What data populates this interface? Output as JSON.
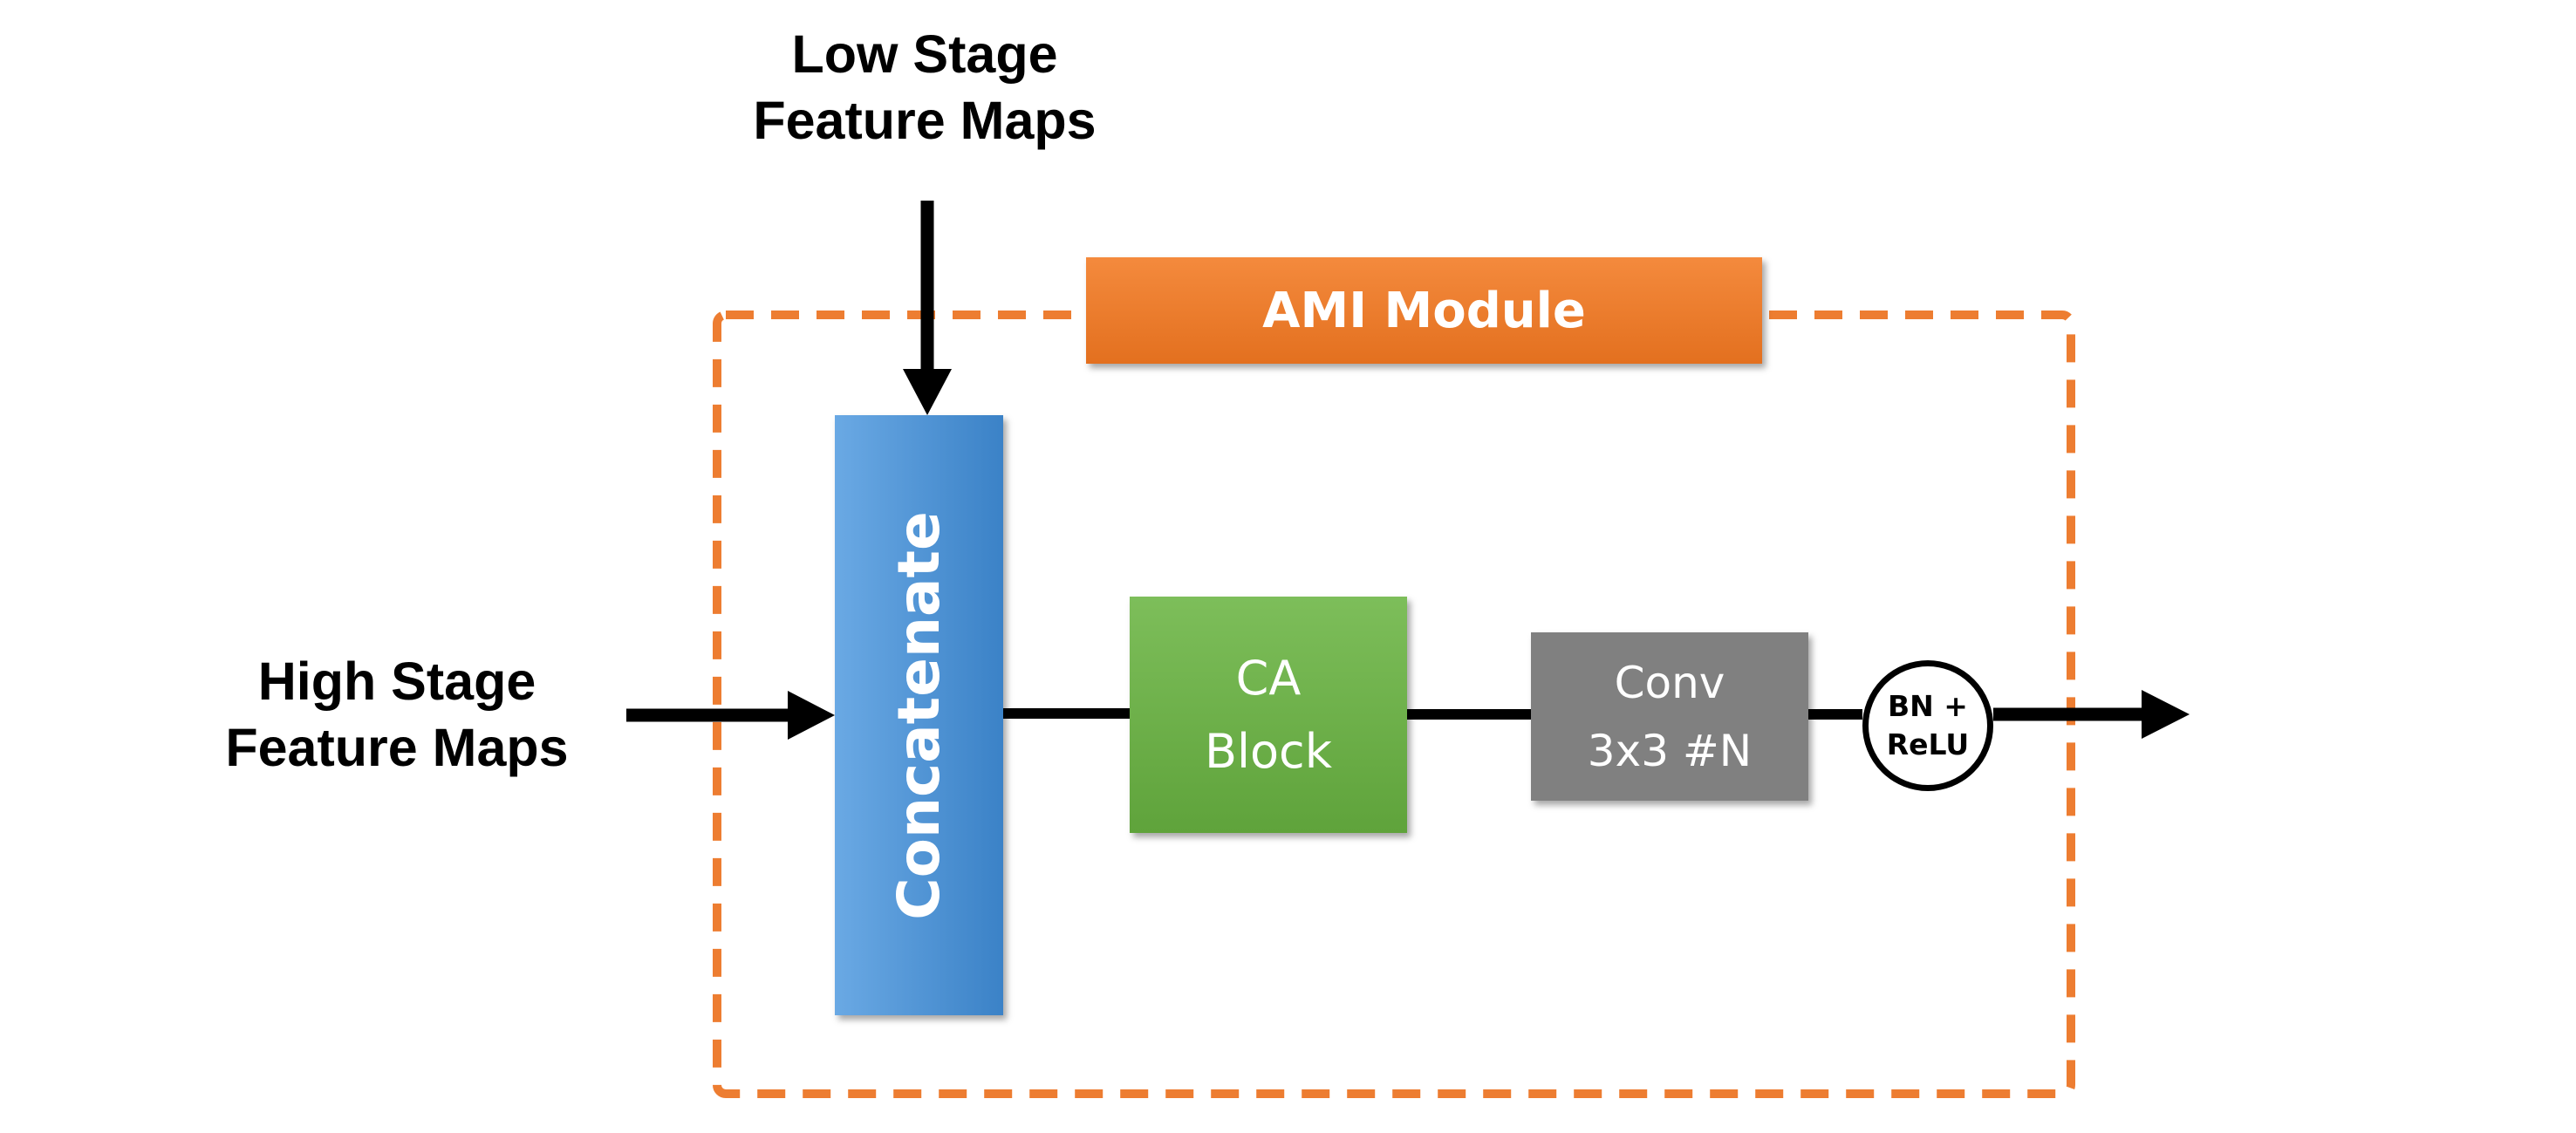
{
  "labels": {
    "low_stage": [
      "Low Stage",
      "Feature Maps"
    ],
    "high_stage": [
      "High Stage",
      "Feature Maps"
    ]
  },
  "module": {
    "title": "AMI Module",
    "border_color": "#ED7D31"
  },
  "blocks": {
    "concatenate": "Concatenate",
    "ca_block": [
      "CA",
      "Block"
    ],
    "conv": [
      "Conv",
      "3x3 #N"
    ],
    "bn_relu": [
      "BN +",
      "ReLU"
    ]
  },
  "colors": {
    "orange_top": "#F48A3D",
    "orange_bottom": "#E3701F",
    "blue_left": "#6AA9E4",
    "blue_right": "#3B82C7",
    "green_top": "#7DBE5A",
    "green_bottom": "#5FA33B",
    "gray": "#808080",
    "arrow": "#000000"
  }
}
